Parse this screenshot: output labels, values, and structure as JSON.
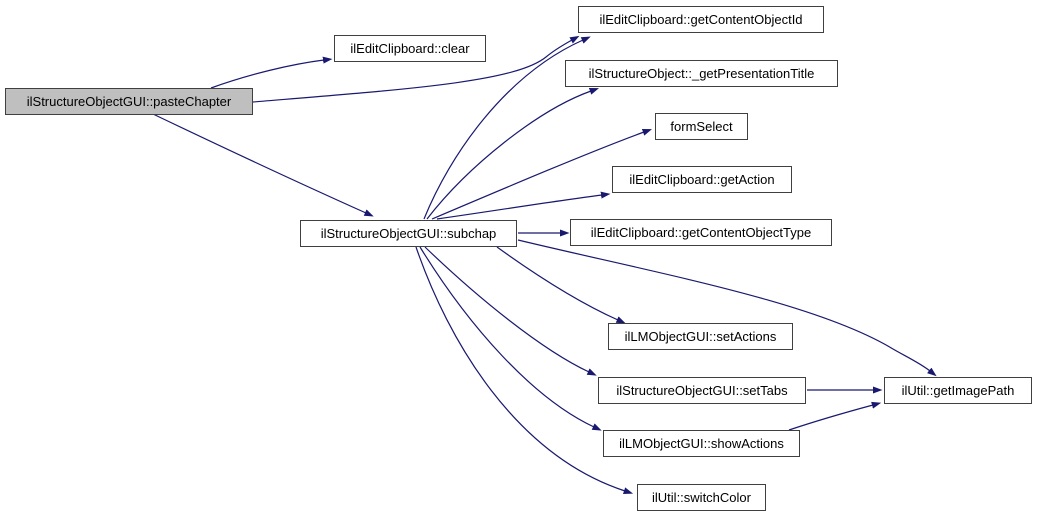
{
  "diagram": {
    "type": "call-graph",
    "background": "#ffffff",
    "edge_color": "#191970",
    "node_border_color": "#404040",
    "node_fill": "#ffffff",
    "highlight_fill": "#bfbfbf",
    "text_color": "#000000",
    "nodes": {
      "pasteChapter": {
        "label": "ilStructureObjectGUI::pasteChapter",
        "highlighted": true
      },
      "clear": {
        "label": "ilEditClipboard::clear",
        "highlighted": false
      },
      "getContentObjectId": {
        "label": "ilEditClipboard::getContentObjectId",
        "highlighted": false
      },
      "getPresentationTitle": {
        "label": "ilStructureObject::_getPresentationTitle",
        "highlighted": false
      },
      "formSelect": {
        "label": "formSelect",
        "highlighted": false
      },
      "getAction": {
        "label": "ilEditClipboard::getAction",
        "highlighted": false
      },
      "getContentObjectType": {
        "label": "ilEditClipboard::getContentObjectType",
        "highlighted": false
      },
      "subchap": {
        "label": "ilStructureObjectGUI::subchap",
        "highlighted": false
      },
      "setActions": {
        "label": "ilLMObjectGUI::setActions",
        "highlighted": false
      },
      "setTabs": {
        "label": "ilStructureObjectGUI::setTabs",
        "highlighted": false
      },
      "getImagePath": {
        "label": "ilUtil::getImagePath",
        "highlighted": false
      },
      "showActions": {
        "label": "ilLMObjectGUI::showActions",
        "highlighted": false
      },
      "switchColor": {
        "label": "ilUtil::switchColor",
        "highlighted": false
      }
    },
    "edges": [
      {
        "from": "ilStructureObjectGUI::pasteChapter",
        "to": "ilEditClipboard::clear"
      },
      {
        "from": "ilStructureObjectGUI::pasteChapter",
        "to": "ilEditClipboard::getContentObjectId"
      },
      {
        "from": "ilStructureObjectGUI::pasteChapter",
        "to": "ilStructureObjectGUI::subchap"
      },
      {
        "from": "ilStructureObjectGUI::subchap",
        "to": "ilEditClipboard::getContentObjectId"
      },
      {
        "from": "ilStructureObjectGUI::subchap",
        "to": "ilStructureObject::_getPresentationTitle"
      },
      {
        "from": "ilStructureObjectGUI::subchap",
        "to": "formSelect"
      },
      {
        "from": "ilStructureObjectGUI::subchap",
        "to": "ilEditClipboard::getAction"
      },
      {
        "from": "ilStructureObjectGUI::subchap",
        "to": "ilEditClipboard::getContentObjectType"
      },
      {
        "from": "ilStructureObjectGUI::subchap",
        "to": "ilLMObjectGUI::setActions"
      },
      {
        "from": "ilStructureObjectGUI::subchap",
        "to": "ilStructureObjectGUI::setTabs"
      },
      {
        "from": "ilStructureObjectGUI::subchap",
        "to": "ilLMObjectGUI::showActions"
      },
      {
        "from": "ilStructureObjectGUI::subchap",
        "to": "ilUtil::switchColor"
      },
      {
        "from": "ilStructureObjectGUI::subchap",
        "to": "ilUtil::getImagePath"
      },
      {
        "from": "ilStructureObjectGUI::setTabs",
        "to": "ilUtil::getImagePath"
      },
      {
        "from": "ilLMObjectGUI::showActions",
        "to": "ilUtil::getImagePath"
      }
    ]
  }
}
